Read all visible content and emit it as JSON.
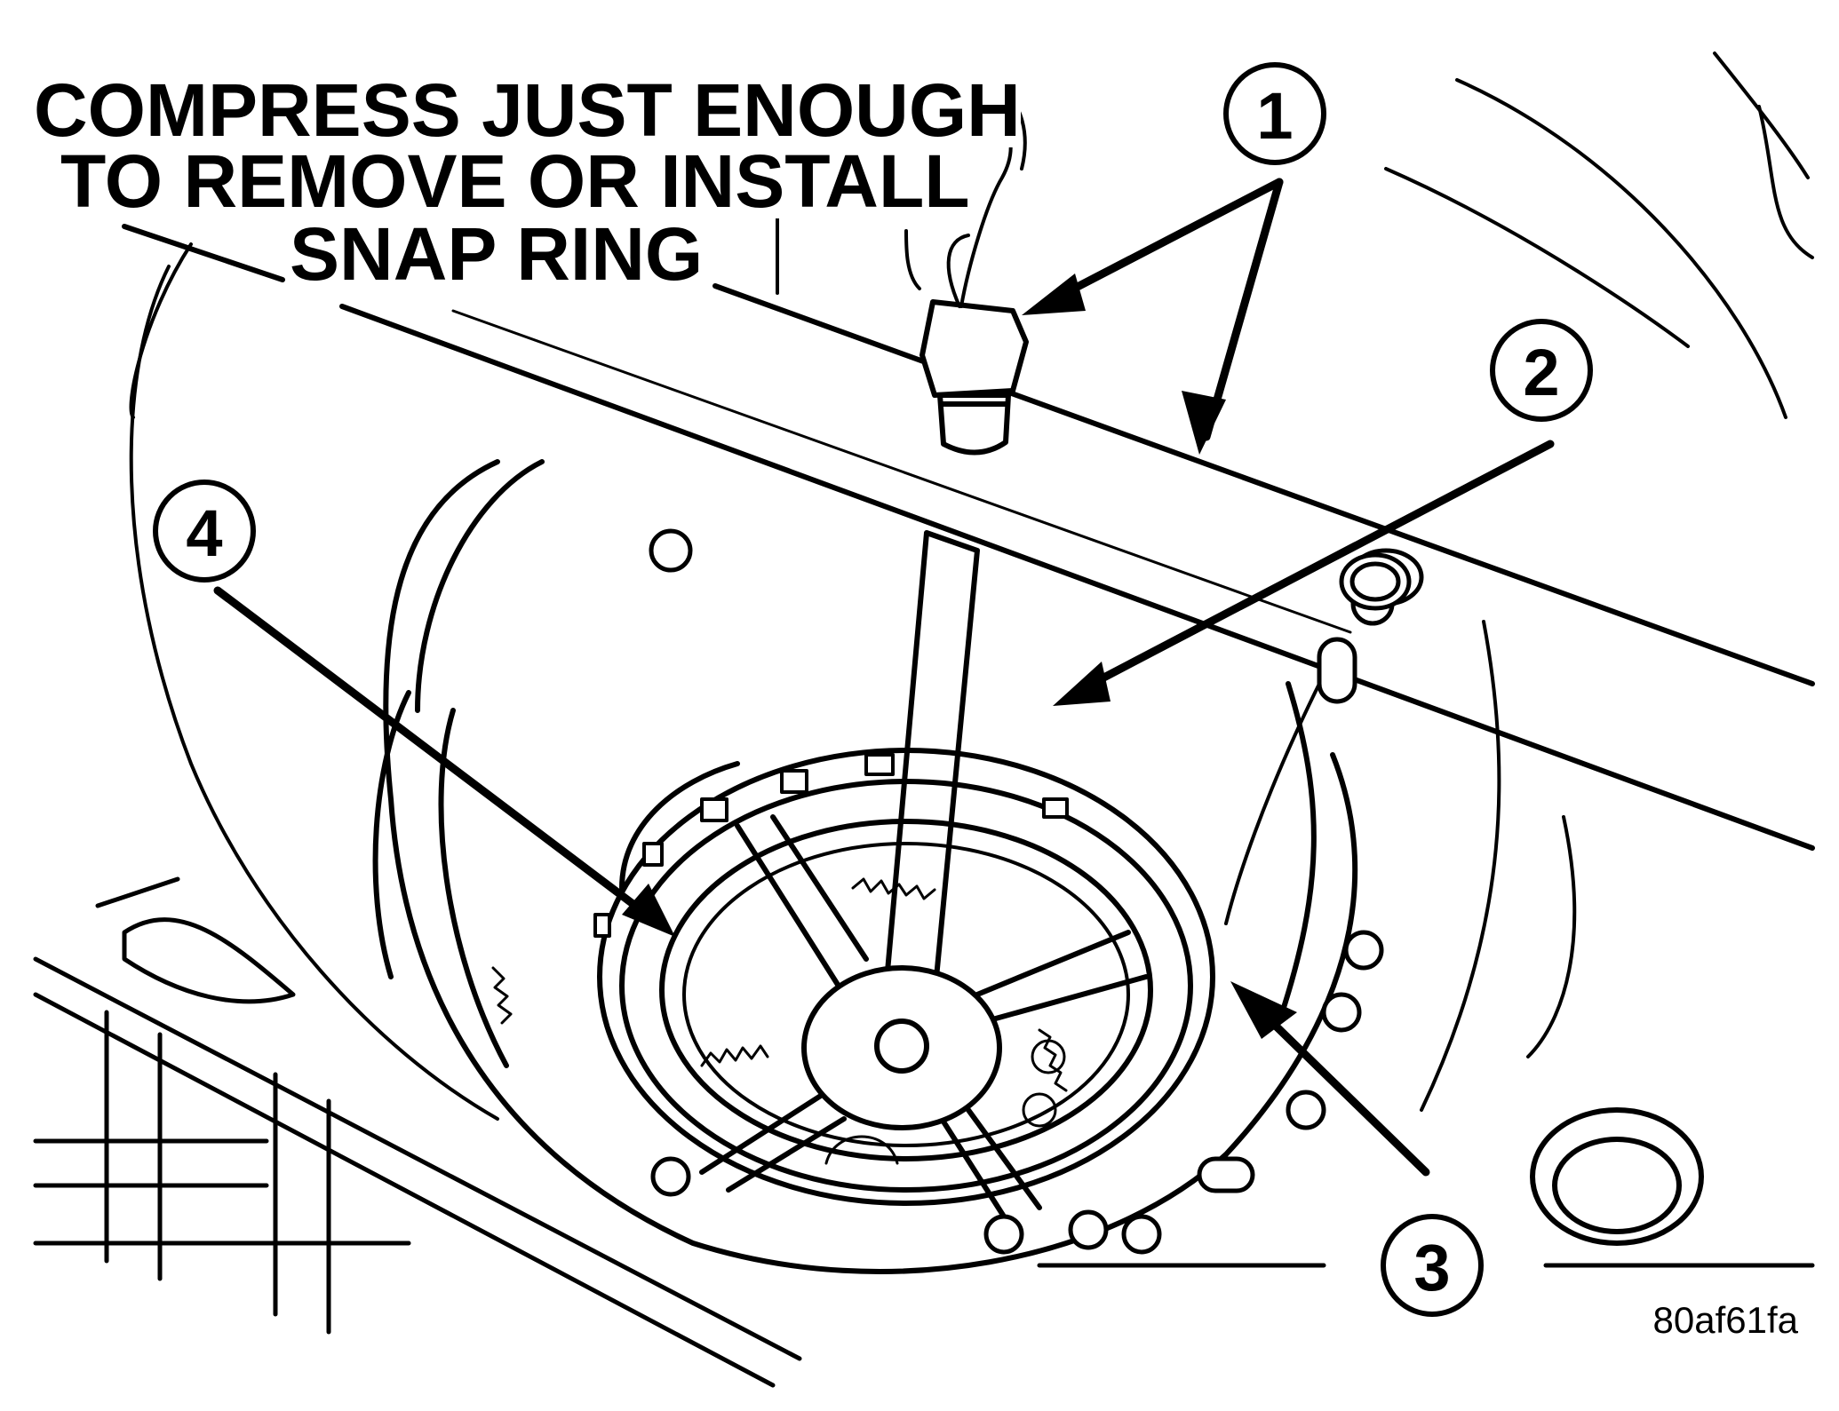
{
  "caption": {
    "lines": [
      "COMPRESS JUST ENOUGH",
      "TO REMOVE OR INSTALL",
      "SNAP RING"
    ]
  },
  "callouts": [
    "1",
    "2",
    "3",
    "4"
  ],
  "figure_id": "80af61fa",
  "colors": {
    "ink": "#000000",
    "paper": "#ffffff"
  }
}
